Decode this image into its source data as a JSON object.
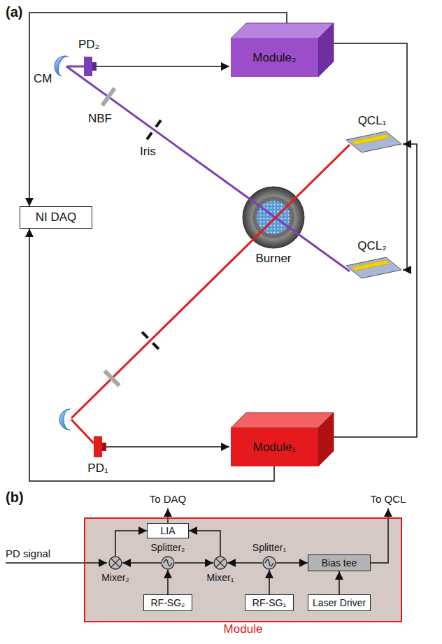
{
  "diagram": {
    "nodes": [
      {
        "text": [
          "Module₂"
        ]
      },
      {
        "text": [
          "NI DAQ"
        ]
      },
      {
        "text": [
          "Module₁"
        ]
      },
      {
        "text": [
          "Module"
        ]
      },
      {
        "text": [
          "LIA"
        ],
        "in": 3
      },
      {
        "text": [
          "Mixer₂"
        ],
        "in": 3
      },
      {
        "text": [
          "Splitter₂"
        ],
        "in": 3
      },
      {
        "text": [
          "Mixer₁"
        ],
        "in": 3
      },
      {
        "text": [
          "Splitter₁"
        ],
        "in": 3
      },
      {
        "text": [
          "Bias tee"
        ],
        "in": 3
      },
      {
        "text": [
          "RF-SG₂"
        ],
        "in": 3
      },
      {
        "text": [
          "RF-SG₁"
        ],
        "in": 3
      },
      {
        "text": [
          "Laser Driver"
        ],
        "in": 3
      }
    ],
    "edges": [
      {
        "from": 0,
        "to": 1,
        "arrow": "to"
      },
      {
        "from": 2,
        "to": 1,
        "arrow": "to"
      },
      {
        "from": 5,
        "to": 4,
        "arrow": "to"
      },
      {
        "from": 7,
        "to": 4,
        "arrow": "to"
      },
      {
        "from": 6,
        "to": 5,
        "arrow": "to"
      },
      {
        "from": 6,
        "to": 7,
        "arrow": "to"
      },
      {
        "from": 8,
        "to": 7,
        "arrow": "to"
      },
      {
        "from": 8,
        "to": 9,
        "arrow": "to"
      },
      {
        "from": 10,
        "to": 6,
        "arrow": "to"
      },
      {
        "from": 11,
        "to": 8,
        "arrow": "to"
      },
      {
        "from": 12,
        "to": 9,
        "arrow": "to"
      }
    ],
    "labels": [
      "(a)",
      "PD₂",
      "CM",
      "NBF",
      "Iris",
      "QCL₁",
      "QCL₂",
      "Burner",
      "PD₁",
      "(b)",
      "To DAQ",
      "To QCL",
      "PD signal"
    ]
  }
}
